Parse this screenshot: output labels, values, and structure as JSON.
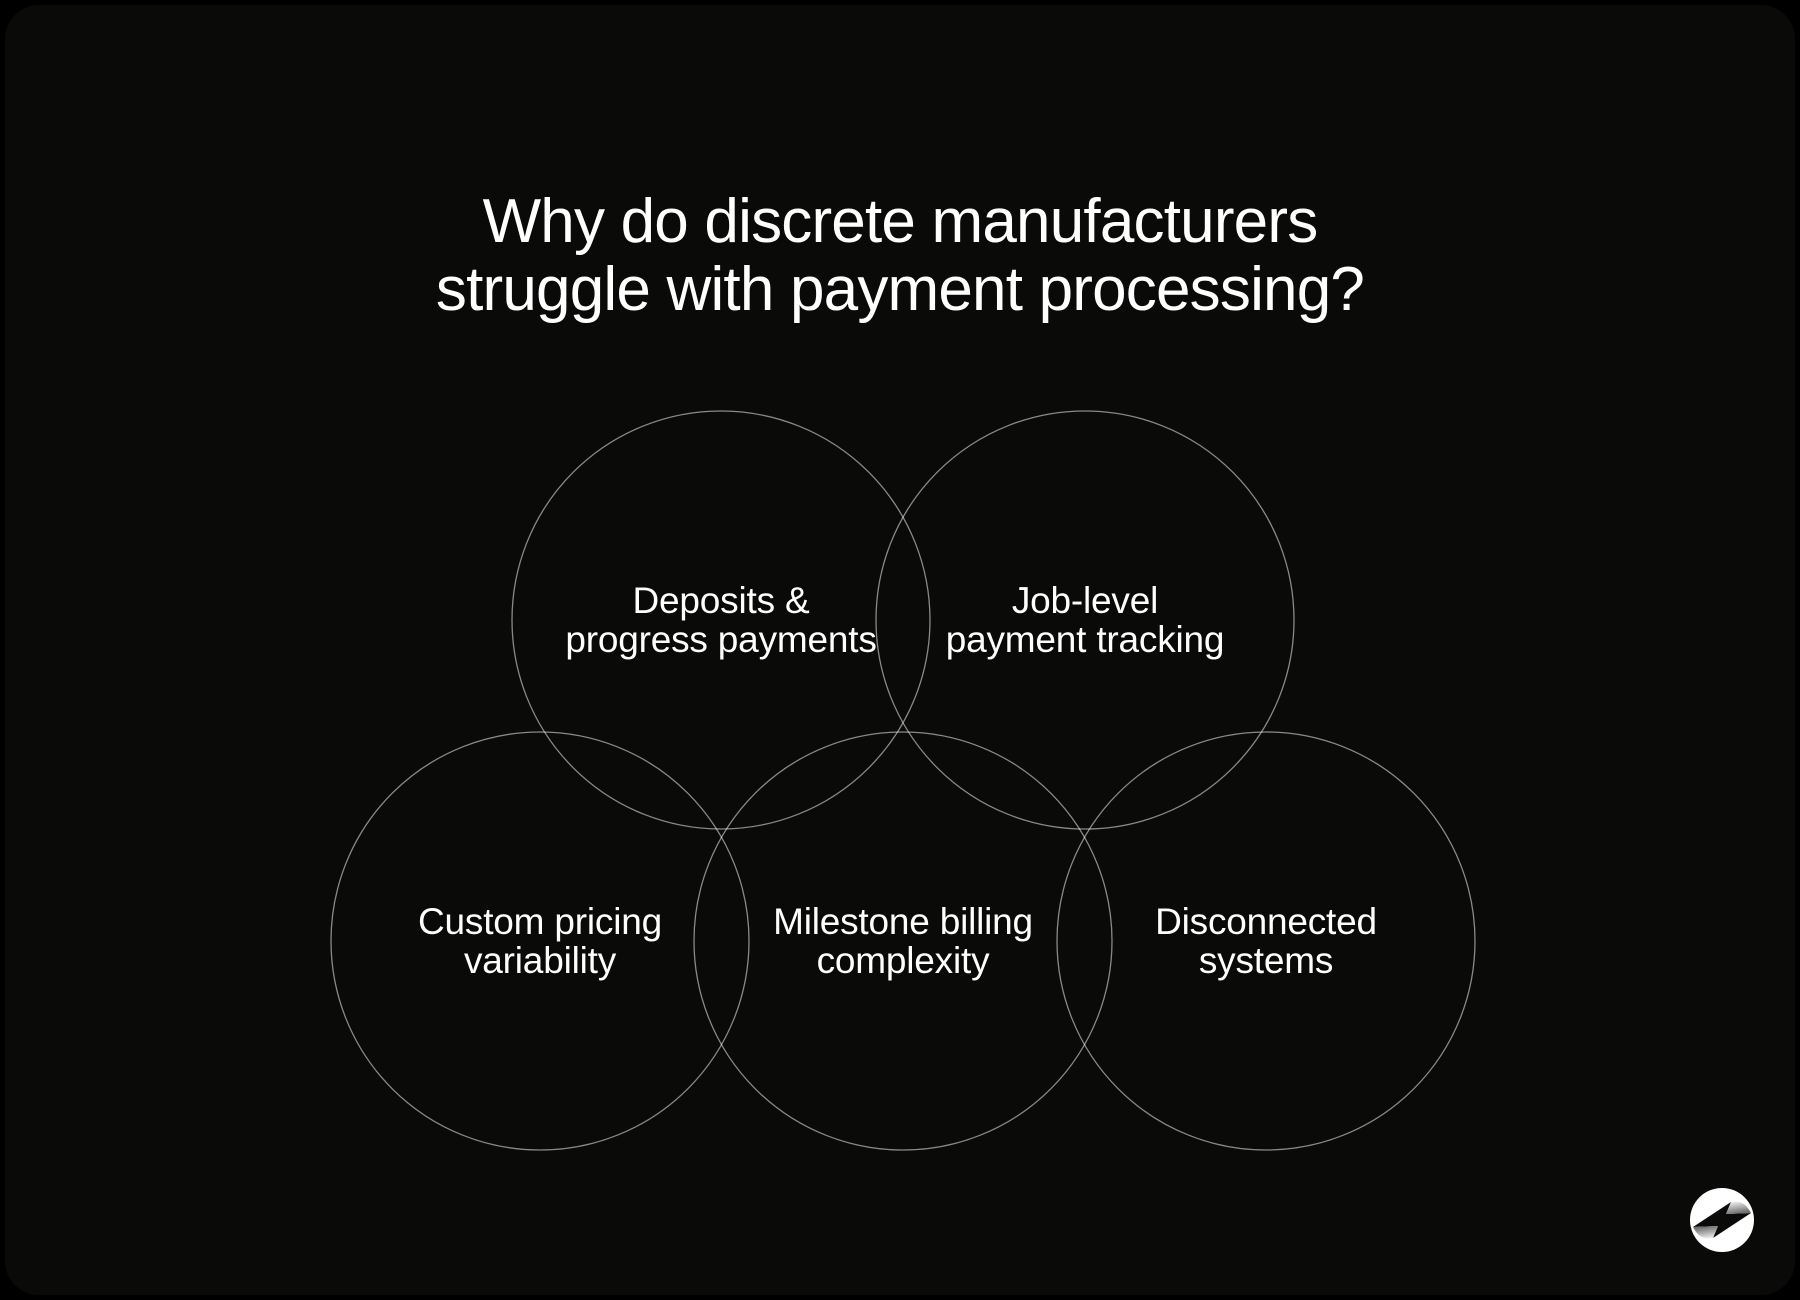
{
  "title": {
    "line1": "Why do discrete manufacturers",
    "line2": "struggle with payment processing?"
  },
  "venn": {
    "circles": [
      {
        "id": "deposits-progress-payments",
        "line1": "Deposits &",
        "line2": "progress payments"
      },
      {
        "id": "job-level-payment-tracking",
        "line1": "Job-level",
        "line2": "payment tracking"
      },
      {
        "id": "custom-pricing-variability",
        "line1": "Custom pricing",
        "line2": "variability"
      },
      {
        "id": "milestone-billing-complexity",
        "line1": "Milestone billing",
        "line2": "complexity"
      },
      {
        "id": "disconnected-systems",
        "line1": "Disconnected",
        "line2": "systems"
      }
    ],
    "stroke_color": "#9a9a9a"
  },
  "logo": {
    "icon": "lightning-bolt-icon",
    "circle_color": "#ffffff",
    "bolt_color": "#0a0a09"
  },
  "colors": {
    "canvas": "#000000",
    "card": "#0a0a09",
    "text": "#ffffff"
  }
}
